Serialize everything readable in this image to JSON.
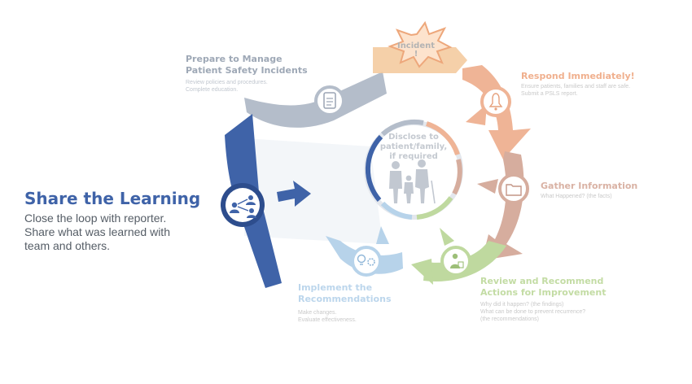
{
  "colors": {
    "share": "#3f63a8",
    "share_dark": "#2d4d8d",
    "prepare": "#b4bdca",
    "incident": "#f3c89a",
    "respond": "#efb496",
    "gather": "#d6ad9e",
    "review": "#bfd99f",
    "implement": "#b7d3ea",
    "center": "#bfc6cf"
  },
  "center": {
    "line1": "Disclose to",
    "line2": "patient/family,",
    "line3": "if required",
    "icon": "family-icon"
  },
  "incident": {
    "label": "Incident",
    "mark": "!",
    "icon": "burst-icon"
  },
  "steps": {
    "prepare": {
      "title": [
        "Prepare to Manage",
        "Patient Safety Incidents"
      ],
      "desc": [
        "Review policies and procedures.",
        "Complete education."
      ],
      "icon": "clipboard-icon"
    },
    "respond": {
      "title": [
        "Respond Immediately!"
      ],
      "desc": [
        "Ensure patients, families and staff are safe.",
        "Submit a PSLS report."
      ],
      "icon": "alarm-bell-icon"
    },
    "gather": {
      "title": [
        "Gather Information"
      ],
      "desc": [
        "What Happened? (the facts)"
      ],
      "icon": "folder-icon"
    },
    "review": {
      "title": [
        "Review and Recommend",
        "Actions for Improvement"
      ],
      "desc": [
        "Why did it happen? (the findings)",
        "What can be done to prevent recurrence?",
        "(the recommendations)"
      ],
      "icon": "person-review-icon"
    },
    "implement": {
      "title": [
        "Implement the",
        "Recommendations"
      ],
      "desc": [
        "Make changes.",
        "Evaluate effectiveness."
      ],
      "icon": "lightbulb-gears-icon"
    },
    "share": {
      "title": [
        "Share the Learning"
      ],
      "desc": [
        "Close the loop with reporter.",
        "Share what was learned with",
        "team and others."
      ],
      "icon": "share-network-icon"
    }
  }
}
